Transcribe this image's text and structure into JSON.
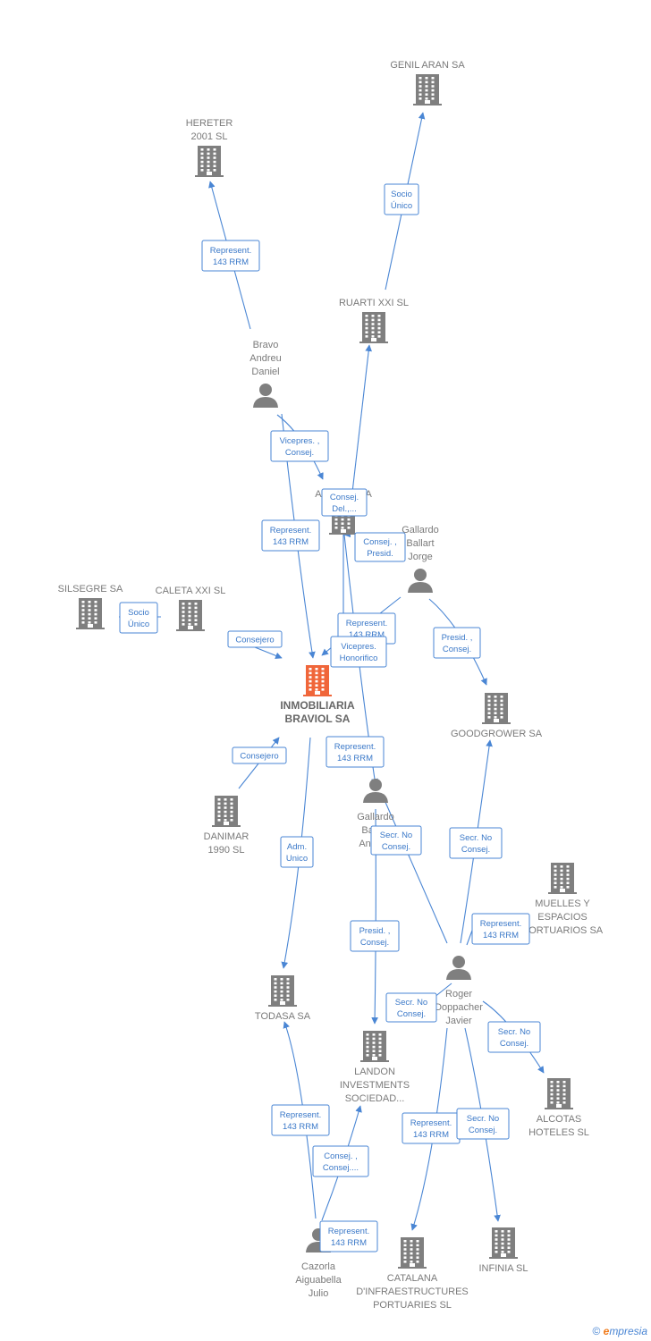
{
  "colors": {
    "building": "#7f7f7f",
    "building_main": "#f0663a",
    "person": "#7f7f7f",
    "edge": "#4a86d4"
  },
  "brand": {
    "symbol": "©",
    "e": "e",
    "rest": "mpresia"
  },
  "nodes": [
    {
      "id": "genil",
      "type": "building",
      "lines": [
        "GENIL ARAN SA"
      ]
    },
    {
      "id": "hereter",
      "type": "building",
      "lines": [
        "HERETER",
        "2001 SL"
      ]
    },
    {
      "id": "ruarti",
      "type": "building",
      "lines": [
        "RUARTI XXI SL"
      ]
    },
    {
      "id": "bravo",
      "type": "person",
      "lines": [
        "Bravo",
        "Andreu",
        "Daniel"
      ]
    },
    {
      "id": "alvit",
      "type": "building",
      "lines": [
        "ALVIT VISTA"
      ]
    },
    {
      "id": "gallardo_jorge",
      "type": "person",
      "lines": [
        "Gallardo",
        "Ballart",
        "Jorge"
      ]
    },
    {
      "id": "silsegre",
      "type": "building",
      "lines": [
        "SILSEGRE SA"
      ]
    },
    {
      "id": "caleta",
      "type": "building",
      "lines": [
        "CALETA XXI SL"
      ]
    },
    {
      "id": "inmobiliaria",
      "type": "building_main",
      "lines": [
        "INMOBILIARIA",
        "BRAVIOL SA"
      ]
    },
    {
      "id": "goodgrower",
      "type": "building",
      "lines": [
        "GOODGROWER SA"
      ]
    },
    {
      "id": "danimar",
      "type": "building",
      "lines": [
        "DANIMAR",
        "1990 SL"
      ]
    },
    {
      "id": "gallardo_ant",
      "type": "person",
      "lines": [
        "Gallardo",
        "Ballart",
        "Antonio"
      ]
    },
    {
      "id": "muelles",
      "type": "building",
      "lines": [
        "MUELLES Y",
        "ESPACIOS",
        "PORTUARIOS SA"
      ]
    },
    {
      "id": "roger",
      "type": "person",
      "lines": [
        "Roger",
        "Doppacher",
        "Javier"
      ]
    },
    {
      "id": "todasa",
      "type": "building",
      "lines": [
        "TODASA SA"
      ]
    },
    {
      "id": "landon",
      "type": "building",
      "lines": [
        "LANDON",
        "INVESTMENTS",
        "SOCIEDAD..."
      ]
    },
    {
      "id": "alcotas",
      "type": "building",
      "lines": [
        "ALCOTAS",
        "HOTELES SL"
      ]
    },
    {
      "id": "cazorla",
      "type": "person",
      "lines": [
        "Cazorla",
        "Aiguabella",
        "Julio"
      ]
    },
    {
      "id": "catalana",
      "type": "building",
      "lines": [
        "CATALANA",
        "D'INFRAESTRUCTURES",
        "PORTUARIES SL"
      ]
    },
    {
      "id": "infinia",
      "type": "building",
      "lines": [
        "INFINIA SL"
      ]
    }
  ],
  "edges": [
    {
      "id": "e1",
      "lines": [
        "Socio",
        "Único"
      ]
    },
    {
      "id": "e2",
      "lines": [
        "Represent.",
        "143 RRM"
      ]
    },
    {
      "id": "e3",
      "lines": [
        "Vicepres. ,",
        "Consej."
      ]
    },
    {
      "id": "e4",
      "lines": [
        "Consej.",
        "Del.,..."
      ]
    },
    {
      "id": "e5",
      "lines": [
        "Represent.",
        "143 RRM"
      ]
    },
    {
      "id": "e6",
      "lines": [
        "Consej. ,",
        "Presid."
      ]
    },
    {
      "id": "e7",
      "lines": [
        "Socio",
        "Único"
      ]
    },
    {
      "id": "e8",
      "lines": [
        "Consejero"
      ]
    },
    {
      "id": "e9",
      "lines": [
        "Represent.",
        "143 RRM"
      ]
    },
    {
      "id": "e10",
      "lines": [
        "Vicepres.",
        "Honorifico"
      ]
    },
    {
      "id": "e11",
      "lines": [
        "Presid. ,",
        "Consej."
      ]
    },
    {
      "id": "e12",
      "lines": [
        "Consejero"
      ]
    },
    {
      "id": "e13",
      "lines": [
        "Represent.",
        "143 RRM"
      ]
    },
    {
      "id": "e14",
      "lines": [
        "Adm.",
        "Unico"
      ]
    },
    {
      "id": "e15",
      "lines": [
        "Secr. No",
        "Consej."
      ]
    },
    {
      "id": "e16",
      "lines": [
        "Secr. No",
        "Consej."
      ]
    },
    {
      "id": "e17",
      "lines": [
        "Represent.",
        "143 RRM"
      ]
    },
    {
      "id": "e18",
      "lines": [
        "Presid. ,",
        "Consej."
      ]
    },
    {
      "id": "e19",
      "lines": [
        "Secr. No",
        "Consej."
      ]
    },
    {
      "id": "e20",
      "lines": [
        "Secr. No",
        "Consej."
      ]
    },
    {
      "id": "e21",
      "lines": [
        "Represent.",
        "143 RRM"
      ]
    },
    {
      "id": "e22",
      "lines": [
        "Secr. No",
        "Consej."
      ]
    },
    {
      "id": "e23",
      "lines": [
        "Represent.",
        "143 RRM"
      ]
    },
    {
      "id": "e24",
      "lines": [
        "Consej. ,",
        "Consej...."
      ]
    },
    {
      "id": "e25",
      "lines": [
        "Represent.",
        "143 RRM"
      ]
    }
  ]
}
